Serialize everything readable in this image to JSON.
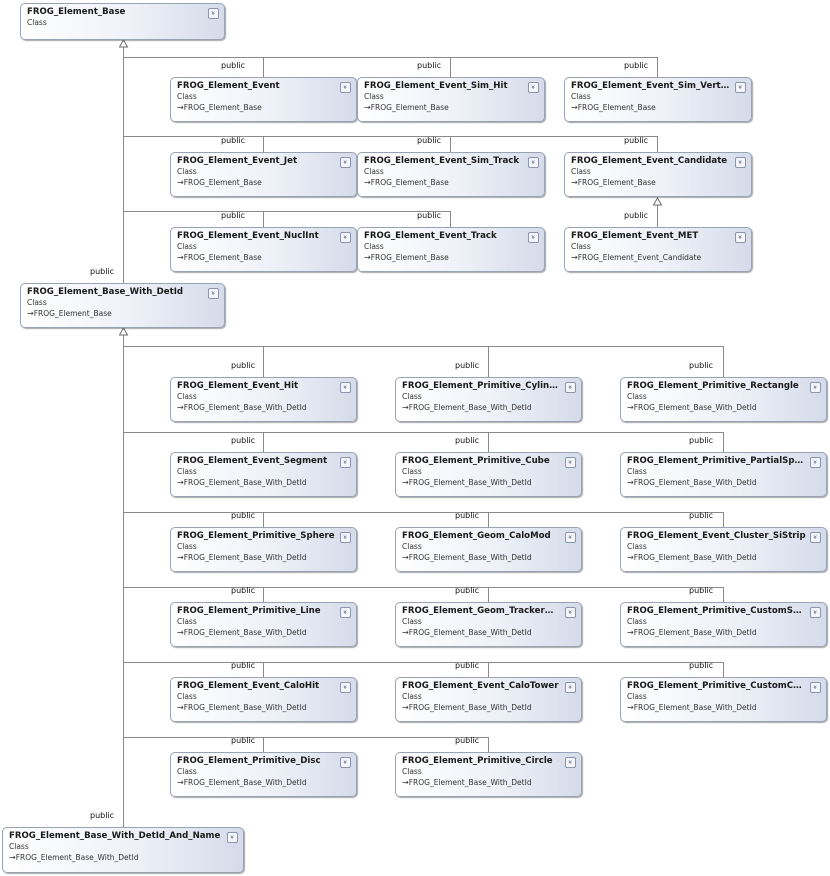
{
  "relation_label": "public",
  "classes": [
    {
      "name": "FROG_Element_Base",
      "stereotype": "Class",
      "base": ""
    },
    {
      "name": "FROG_Element_Event",
      "stereotype": "Class",
      "base": "FROG_Element_Base"
    },
    {
      "name": "FROG_Element_Event_Sim_Hit",
      "stereotype": "Class",
      "base": "FROG_Element_Base"
    },
    {
      "name": "FROG_Element_Event_Sim_Vertex",
      "stereotype": "Class",
      "base": "FROG_Element_Base"
    },
    {
      "name": "FROG_Element_Event_Jet",
      "stereotype": "Class",
      "base": "FROG_Element_Base"
    },
    {
      "name": "FROG_Element_Event_Sim_Track",
      "stereotype": "Class",
      "base": "FROG_Element_Base"
    },
    {
      "name": "FROG_Element_Event_Candidate",
      "stereotype": "Class",
      "base": "FROG_Element_Base"
    },
    {
      "name": "FROG_Element_Event_NuclInt",
      "stereotype": "Class",
      "base": "FROG_Element_Base"
    },
    {
      "name": "FROG_Element_Event_Track",
      "stereotype": "Class",
      "base": "FROG_Element_Base"
    },
    {
      "name": "FROG_Element_Event_MET",
      "stereotype": "Class",
      "base": "FROG_Element_Event_Candidate"
    },
    {
      "name": "FROG_Element_Base_With_DetId",
      "stereotype": "Class",
      "base": "FROG_Element_Base"
    },
    {
      "name": "FROG_Element_Event_Hit",
      "stereotype": "Class",
      "base": "FROG_Element_Base_With_DetId"
    },
    {
      "name": "FROG_Element_Primitive_Cylinder",
      "stereotype": "Class",
      "base": "FROG_Element_Base_With_DetId"
    },
    {
      "name": "FROG_Element_Primitive_Rectangle",
      "stereotype": "Class",
      "base": "FROG_Element_Base_With_DetId"
    },
    {
      "name": "FROG_Element_Event_Segment",
      "stereotype": "Class",
      "base": "FROG_Element_Base_With_DetId"
    },
    {
      "name": "FROG_Element_Primitive_Cube",
      "stereotype": "Class",
      "base": "FROG_Element_Base_With_DetId"
    },
    {
      "name": "FROG_Element_Primitive_PartialSph...",
      "stereotype": "Class",
      "base": "FROG_Element_Base_With_DetId"
    },
    {
      "name": "FROG_Element_Primitive_Sphere",
      "stereotype": "Class",
      "base": "FROG_Element_Base_With_DetId"
    },
    {
      "name": "FROG_Element_Geom_CaloMod",
      "stereotype": "Class",
      "base": "FROG_Element_Base_With_DetId"
    },
    {
      "name": "FROG_Element_Event_Cluster_SiStrip",
      "stereotype": "Class",
      "base": "FROG_Element_Base_With_DetId"
    },
    {
      "name": "FROG_Element_Primitive_Line",
      "stereotype": "Class",
      "base": "FROG_Element_Base_With_DetId"
    },
    {
      "name": "FROG_Element_Geom_TrackerMod",
      "stereotype": "Class",
      "base": "FROG_Element_Base_With_DetId"
    },
    {
      "name": "FROG_Element_Primitive_CustomSur...",
      "stereotype": "Class",
      "base": "FROG_Element_Base_With_DetId"
    },
    {
      "name": "FROG_Element_Event_CaloHit",
      "stereotype": "Class",
      "base": "FROG_Element_Base_With_DetId"
    },
    {
      "name": "FROG_Element_Event_CaloTower",
      "stereotype": "Class",
      "base": "FROG_Element_Base_With_DetId"
    },
    {
      "name": "FROG_Element_Primitive_CustomCube",
      "stereotype": "Class",
      "base": "FROG_Element_Base_With_DetId"
    },
    {
      "name": "FROG_Element_Primitive_Disc",
      "stereotype": "Class",
      "base": "FROG_Element_Base_With_DetId"
    },
    {
      "name": "FROG_Element_Primitive_Circle",
      "stereotype": "Class",
      "base": "FROG_Element_Base_With_DetId"
    },
    {
      "name": "FROG_Element_Base_With_DetId_And_Name",
      "stereotype": "Class",
      "base": "FROG_Element_Base_With_DetId"
    }
  ]
}
